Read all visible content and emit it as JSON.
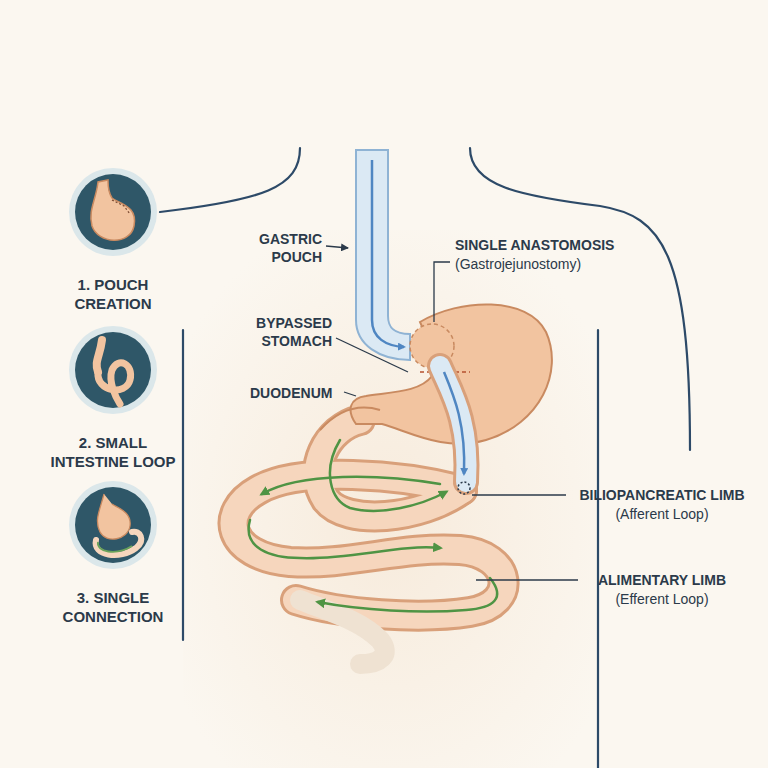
{
  "diagram": {
    "nodes": [
      {
        "text": [
          "1. POUCH CREATION"
        ]
      },
      {
        "text": [
          "2. SMALL INTESTINE LOOP"
        ]
      },
      {
        "text": [
          "3. SINGLE CONNECTION"
        ]
      }
    ],
    "labels": [
      "GASTRIC POUCH",
      "SINGLE ANASTOMOSIS",
      "(Gastrojejunostomy)",
      "BYPASSED STOMACH",
      "DUODENUM",
      "BILIOPANCREATIC LIMB",
      "(Afferent Loop)",
      "ALIMENTARY LIMB",
      "(Efferent Loop)"
    ]
  }
}
